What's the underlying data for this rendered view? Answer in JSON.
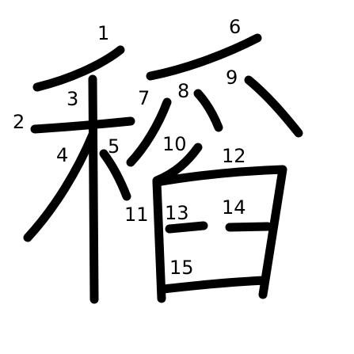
{
  "figure": {
    "character": "稻",
    "stroke_color": "#000000",
    "background_color": "#ffffff",
    "stroke_numbers": [
      "1",
      "2",
      "3",
      "4",
      "5",
      "6",
      "7",
      "8",
      "9",
      "10",
      "11",
      "12",
      "13",
      "14",
      "15"
    ]
  }
}
